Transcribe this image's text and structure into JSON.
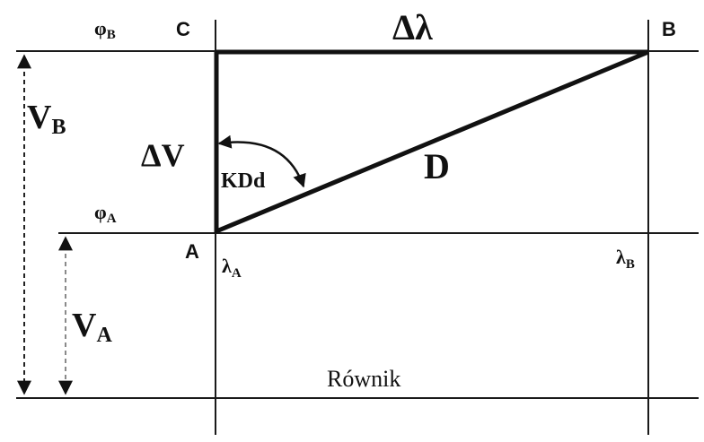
{
  "labels": {
    "corner_c": "C",
    "corner_b": "B",
    "corner_a": "A",
    "delta_lambda": "Δλ",
    "delta_v": "ΔV",
    "distance": "D",
    "course_angle": "KDd",
    "phi": "φ",
    "phi_b_sub": "B",
    "phi_a_sub": "A",
    "v": "V",
    "v_b_sub": "B",
    "v_a_sub": "A",
    "lambda": "λ",
    "lambda_a_sub": "A",
    "lambda_b_sub": "B",
    "equator": "Równik"
  }
}
